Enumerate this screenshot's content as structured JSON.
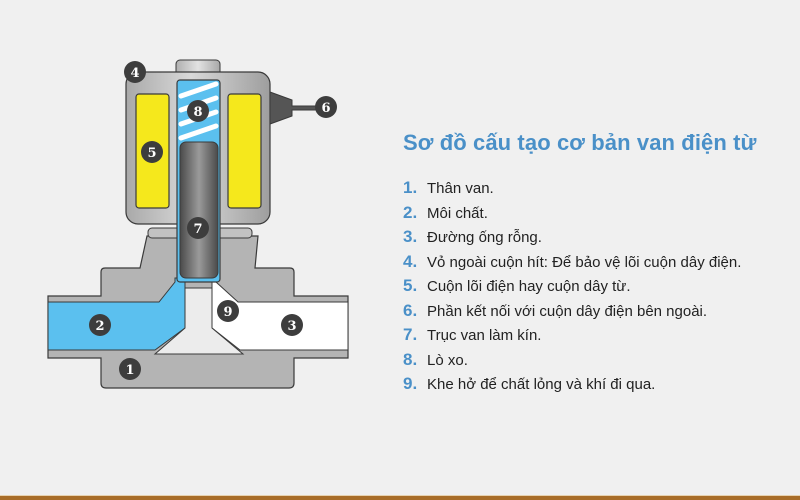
{
  "title": "Sơ đồ cấu tạo cơ bản van điện từ",
  "items": [
    {
      "number": "1.",
      "text": "Thân van."
    },
    {
      "number": "2.",
      "text": "Môi chất."
    },
    {
      "number": "3.",
      "text": "Đường ống rỗng."
    },
    {
      "number": "4.",
      "text": "Vỏ ngoài cuộn hít: Để bảo vệ lõi cuộn dây điện."
    },
    {
      "number": "5.",
      "text": "Cuộn lõi điện hay cuộn dây từ."
    },
    {
      "number": "6.",
      "text": "Phần kết nối với cuộn dây điện bên ngoài."
    },
    {
      "number": "7.",
      "text": "Trục van làm kín."
    },
    {
      "number": "8.",
      "text": "Lò xo."
    },
    {
      "number": "9.",
      "text": "Khe hở để chất lỏng và khí đi qua."
    }
  ],
  "diagram_labels": {
    "body": "1",
    "medium": "2",
    "pipe": "3",
    "coil_housing": "4",
    "coil": "5",
    "connector": "6",
    "plunger": "7",
    "spring": "8",
    "gap": "9"
  },
  "colors": {
    "accent": "#4a90c8",
    "medium_blue": "#5bc0ef",
    "coil_yellow": "#f5e81c",
    "body_gray": "#b4b4b4",
    "label_dark": "#3d3d3d",
    "bottom_bar": "#a86d28"
  }
}
